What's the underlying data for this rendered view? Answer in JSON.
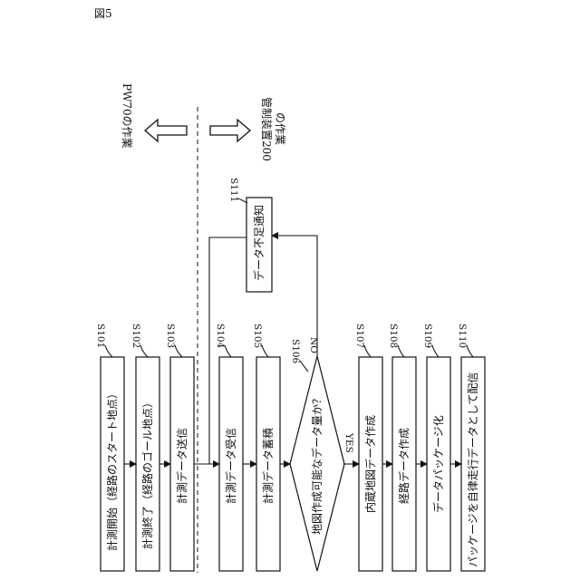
{
  "figure_label": "図5",
  "lane_left": "PW70の作業",
  "lane_right": "管制装置200の作業",
  "steps": [
    {
      "id": "S101",
      "label": "計測開始（経路のスタート地点）"
    },
    {
      "id": "S102",
      "label": "計測終了（経路のゴール地点）"
    },
    {
      "id": "S103",
      "label": "計測データ送信"
    },
    {
      "id": "S104",
      "label": "計測データ受信"
    },
    {
      "id": "S105",
      "label": "計測データ蓄積"
    },
    {
      "id": "S106",
      "label": "地図作成可能なデータ量か？"
    },
    {
      "id": "S107",
      "label": "内蔵地図データ作成"
    },
    {
      "id": "S108",
      "label": "経路データ作成"
    },
    {
      "id": "S109",
      "label": "データパッケージ化"
    },
    {
      "id": "S110",
      "label": "パッケージを自律走行データとして配信"
    },
    {
      "id": "S111",
      "label": "データ不足通知"
    }
  ],
  "branch_no": "NO",
  "branch_yes": "YES"
}
